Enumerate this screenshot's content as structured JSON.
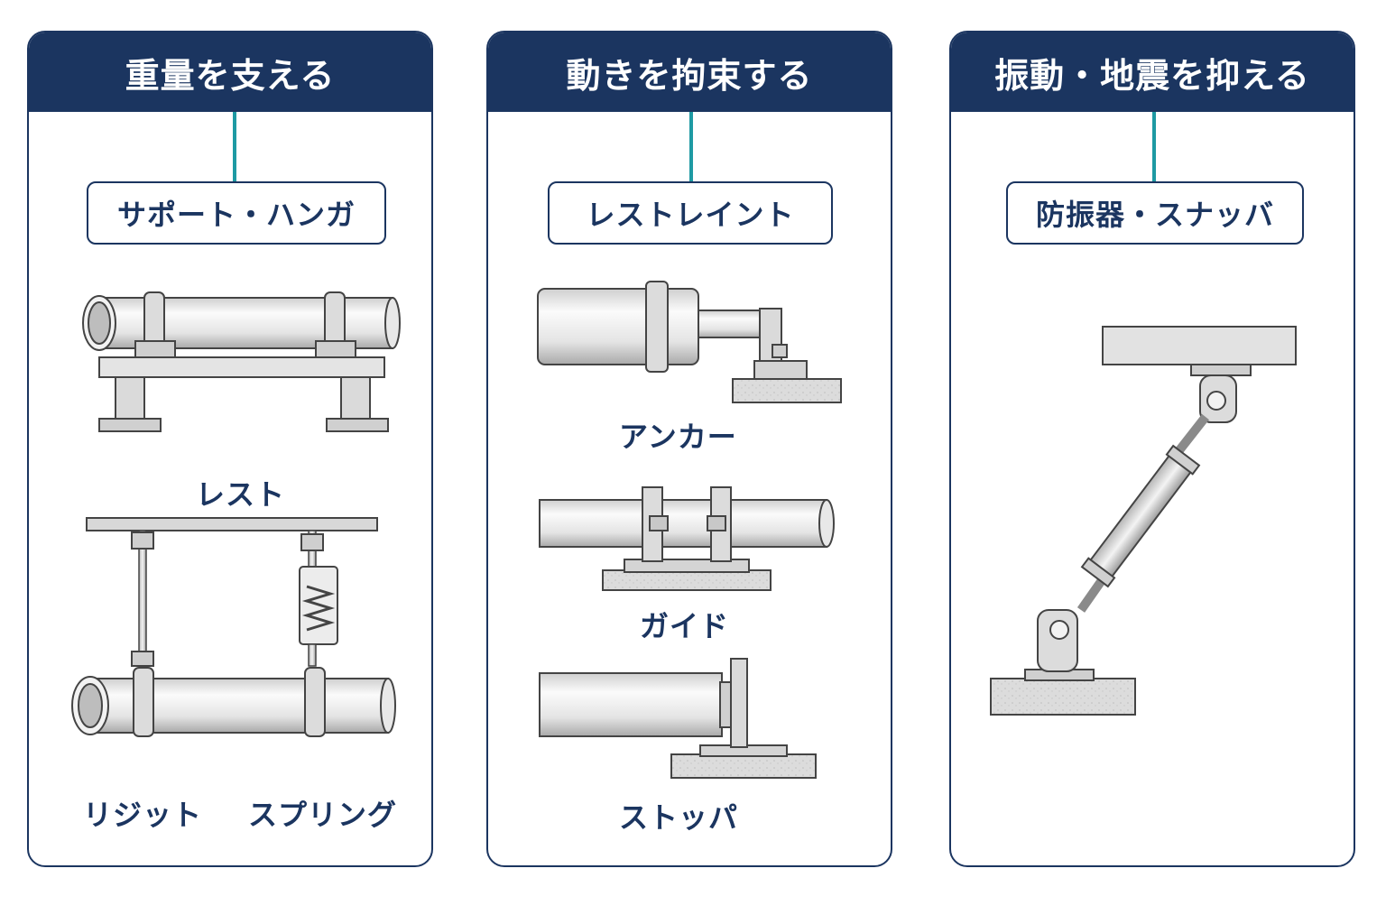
{
  "panels": [
    {
      "header": "重量を支える",
      "category": "サポート・ハンガ",
      "items": [
        "レスト",
        "リジット",
        "スプリング"
      ]
    },
    {
      "header": "動きを拘束する",
      "category": "レストレイント",
      "items": [
        "アンカー",
        "ガイド",
        "ストッパ"
      ]
    },
    {
      "header": "振動・地震を抑える",
      "category": "防振器・スナッバ",
      "items": []
    }
  ],
  "colors": {
    "navy": "#1b3560",
    "teal": "#1e9aa3",
    "metal": "#e6e6e6",
    "outline": "#444444"
  }
}
